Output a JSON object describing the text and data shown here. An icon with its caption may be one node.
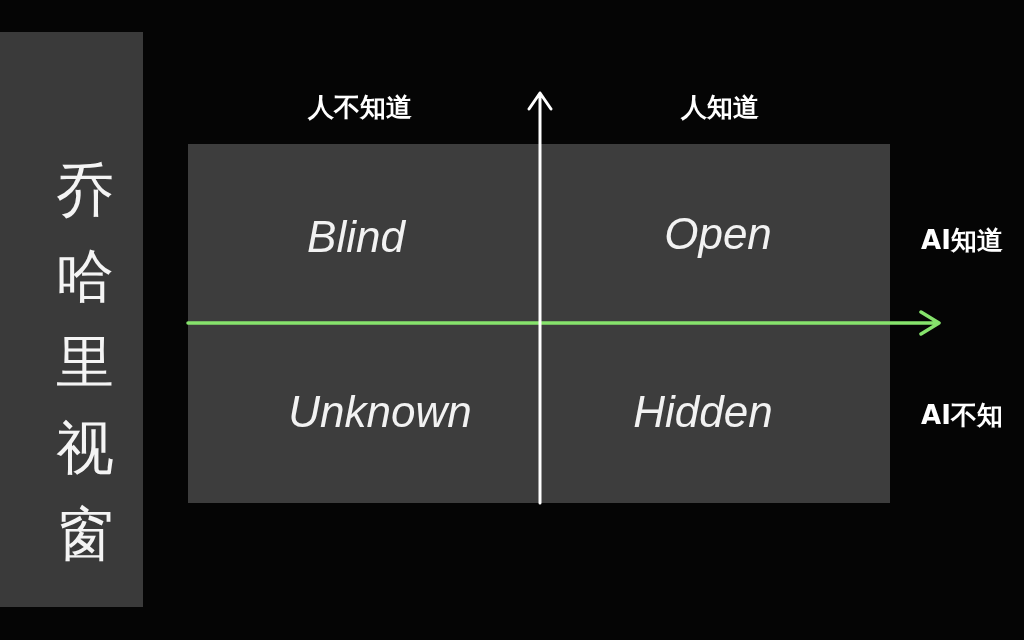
{
  "diagram": {
    "title": "乔哈里视窗",
    "nodes": [
      {
        "text": [
          "Blind"
        ]
      },
      {
        "text": [
          "Open"
        ]
      },
      {
        "text": [
          "Unknown"
        ]
      },
      {
        "text": [
          "Hidden"
        ]
      }
    ],
    "labels": [
      "人不知道",
      "人知道",
      "AI知道",
      "AI不知"
    ]
  }
}
